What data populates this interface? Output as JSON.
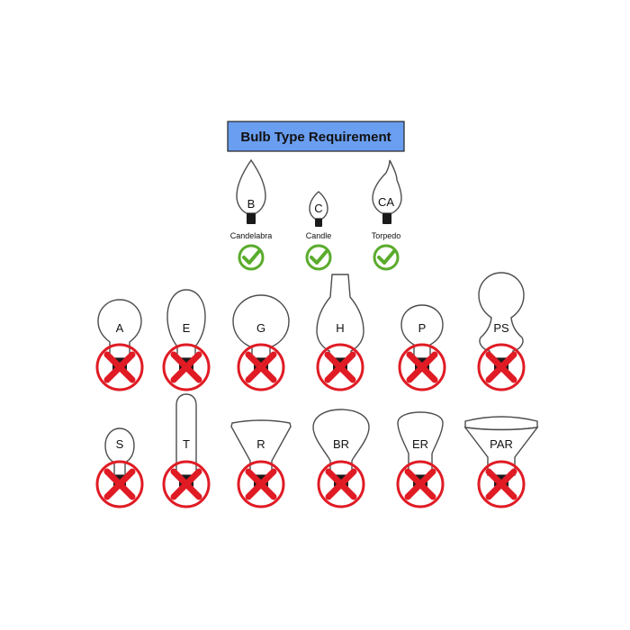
{
  "title": "Bulb Type Requirement",
  "colors": {
    "title_bg": "#6a9ef0",
    "accepted": "#5aac2c",
    "rejected": "#e01b24",
    "outline": "#4d4d4d"
  },
  "accepted": [
    {
      "code": "B",
      "name": "Candelabra",
      "status": "accepted",
      "icon": "check-circle-icon"
    },
    {
      "code": "C",
      "name": "Candle",
      "status": "accepted",
      "icon": "check-circle-icon"
    },
    {
      "code": "CA",
      "name": "Torpedo",
      "status": "accepted",
      "icon": "check-circle-icon"
    }
  ],
  "rejected_row1": [
    {
      "code": "A",
      "status": "rejected",
      "icon": "cross-circle-icon"
    },
    {
      "code": "E",
      "status": "rejected",
      "icon": "cross-circle-icon"
    },
    {
      "code": "G",
      "status": "rejected",
      "icon": "cross-circle-icon"
    },
    {
      "code": "H",
      "status": "rejected",
      "icon": "cross-circle-icon"
    },
    {
      "code": "P",
      "status": "rejected",
      "icon": "cross-circle-icon"
    },
    {
      "code": "PS",
      "status": "rejected",
      "icon": "cross-circle-icon"
    }
  ],
  "rejected_row2": [
    {
      "code": "S",
      "status": "rejected",
      "icon": "cross-circle-icon"
    },
    {
      "code": "T",
      "status": "rejected",
      "icon": "cross-circle-icon"
    },
    {
      "code": "R",
      "status": "rejected",
      "icon": "cross-circle-icon"
    },
    {
      "code": "BR",
      "status": "rejected",
      "icon": "cross-circle-icon"
    },
    {
      "code": "ER",
      "status": "rejected",
      "icon": "cross-circle-icon"
    },
    {
      "code": "PAR",
      "status": "rejected",
      "icon": "cross-circle-icon"
    }
  ]
}
